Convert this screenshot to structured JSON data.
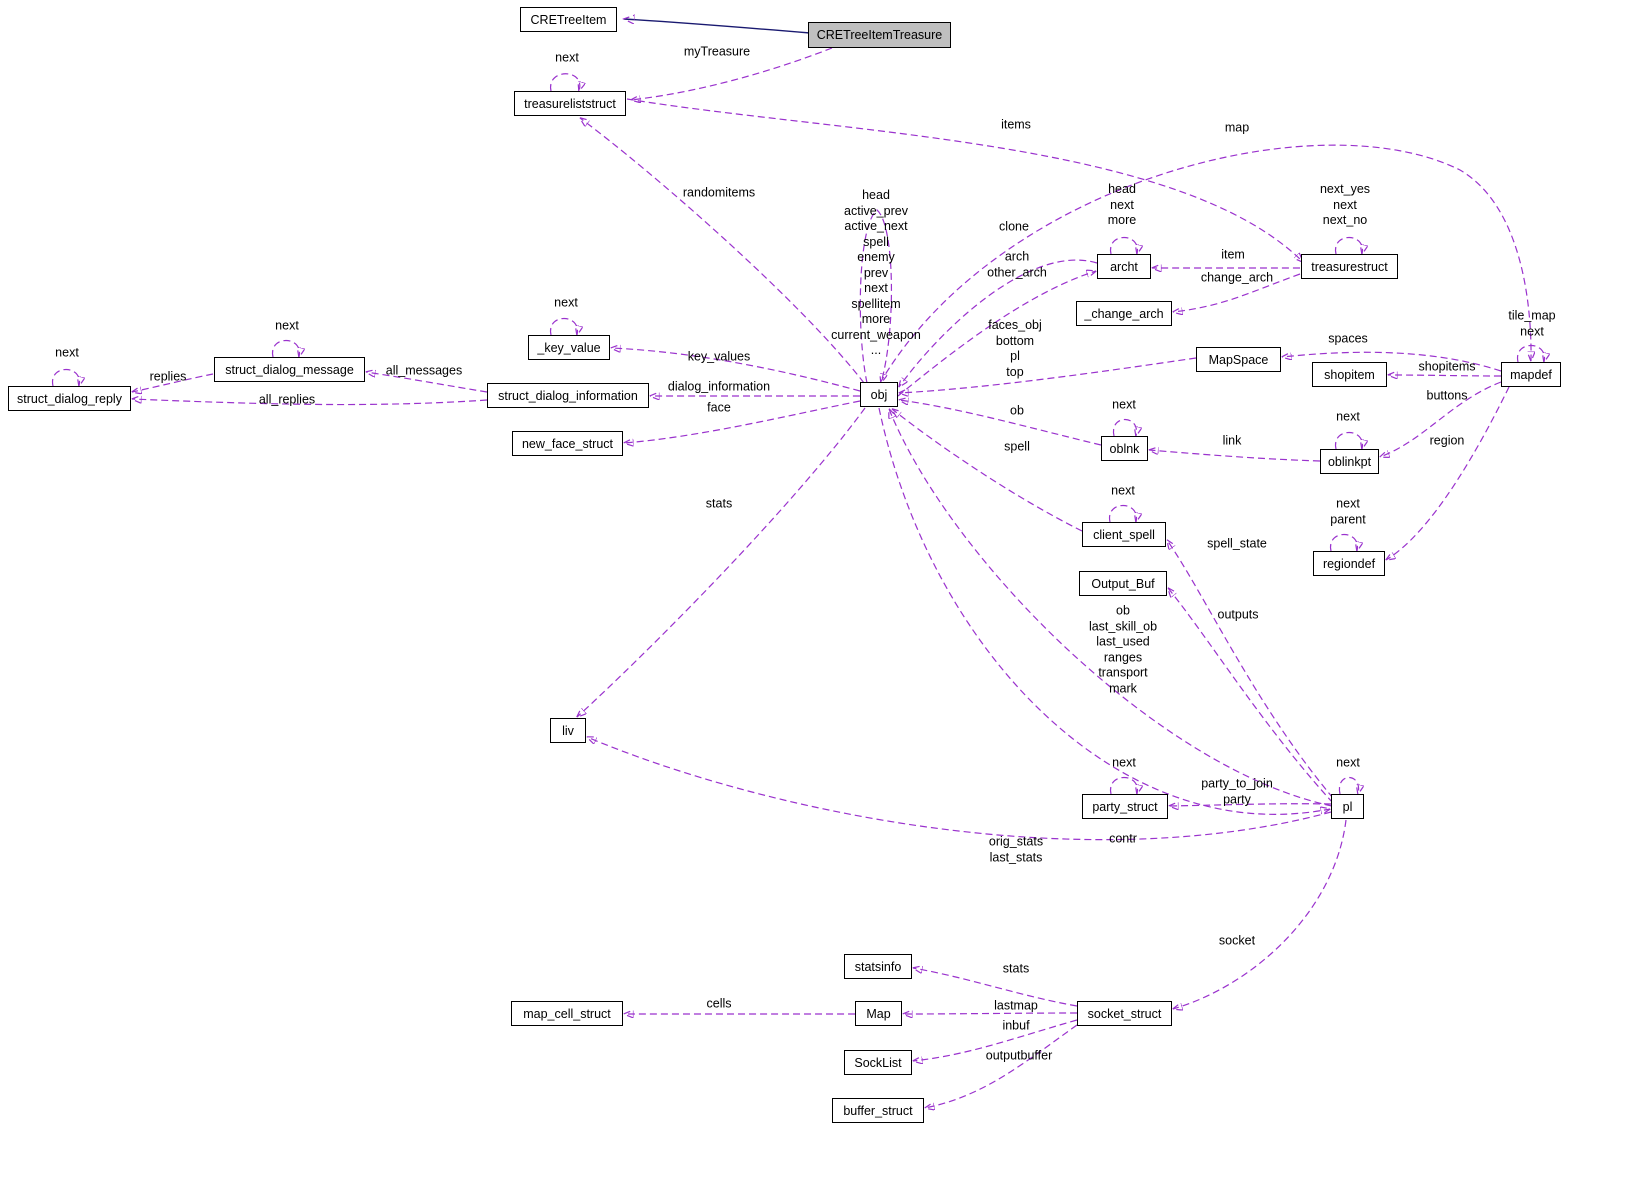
{
  "diagram": {
    "edge_color": "#9a32cd",
    "inheritance_edge_color": "#191970",
    "node_border_color": "#000000",
    "highlight_fill": "#bfbfbf",
    "background": "#ffffff"
  },
  "nodes": {
    "cretreeitem": {
      "label": "CRETreeItem"
    },
    "cretreeitemtreasure": {
      "label": "CRETreeItemTreasure"
    },
    "treasureliststruct": {
      "label": "treasureliststruct"
    },
    "key_value": {
      "label": "_key_value"
    },
    "struct_dialog_message": {
      "label": "struct_dialog_message"
    },
    "struct_dialog_reply": {
      "label": "struct_dialog_reply"
    },
    "struct_dialog_information": {
      "label": "struct_dialog_information"
    },
    "new_face_struct": {
      "label": "new_face_struct"
    },
    "obj": {
      "label": "obj"
    },
    "archt": {
      "label": "archt"
    },
    "change_arch": {
      "label": "_change_arch"
    },
    "treasurestruct": {
      "label": "treasurestruct"
    },
    "mapspace": {
      "label": "MapSpace"
    },
    "shopitem": {
      "label": "shopitem"
    },
    "mapdef": {
      "label": "mapdef"
    },
    "oblnk": {
      "label": "oblnk"
    },
    "oblinkpt": {
      "label": "oblinkpt"
    },
    "client_spell": {
      "label": "client_spell"
    },
    "regiondef": {
      "label": "regiondef"
    },
    "output_buf": {
      "label": "Output_Buf"
    },
    "liv": {
      "label": "liv"
    },
    "party_struct": {
      "label": "party_struct"
    },
    "pl": {
      "label": "pl"
    },
    "statsinfo": {
      "label": "statsinfo"
    },
    "map": {
      "label": "Map"
    },
    "map_cell_struct": {
      "label": "map_cell_struct"
    },
    "socklist": {
      "label": "SockList"
    },
    "socket_struct": {
      "label": "socket_struct"
    },
    "buffer_struct": {
      "label": "buffer_struct"
    }
  },
  "labels": {
    "my_treasure": "myTreasure",
    "tl_next": "next",
    "items": "items",
    "map": "map",
    "randomitems": "randomitems",
    "obj_self": [
      "head",
      "active_prev",
      "active_next",
      "spell",
      "enemy",
      "prev",
      "next",
      "spellitem",
      "more",
      "current_weapon",
      "..."
    ],
    "archt_self": [
      "head",
      "next",
      "more"
    ],
    "treasure_self": [
      "next_yes",
      "next",
      "next_no"
    ],
    "clone": "clone",
    "arch_other": [
      "arch",
      "other_arch"
    ],
    "item": "item",
    "change_arch": "change_arch",
    "faces": [
      "faces_obj",
      "bottom",
      "pl",
      "top"
    ],
    "tile_map": [
      "tile_map",
      "next"
    ],
    "spaces": "spaces",
    "shopitems": "shopitems",
    "buttons": "buttons",
    "kv_next": "next",
    "key_values": "key_values",
    "sdm_next": "next",
    "all_messages": "all_messages",
    "sdr_next": "next",
    "replies": "replies",
    "all_replies": "all_replies",
    "dialog_information": "dialog_information",
    "face": "face",
    "ob": "ob",
    "oblnk_next": "next",
    "link": "link",
    "oblinkpt_next": "next",
    "region": "region",
    "spell": "spell",
    "cs_next": "next",
    "regiondef_self": [
      "next",
      "parent"
    ],
    "spell_state": "spell_state",
    "stats": "stats",
    "outputs": "outputs",
    "pl_obj": [
      "ob",
      "last_skill_ob",
      "last_used",
      "ranges",
      "transport",
      "mark"
    ],
    "party_next": "next",
    "party_fields": [
      "party_to_join",
      "party"
    ],
    "pl_next": "next",
    "contr": "contr",
    "orig_stats": [
      "orig_stats",
      "last_stats"
    ],
    "socket": "socket",
    "stats2": "stats",
    "cells": "cells",
    "lastmap": "lastmap",
    "inbuf": "inbuf",
    "outputbuffer": "outputbuffer"
  }
}
